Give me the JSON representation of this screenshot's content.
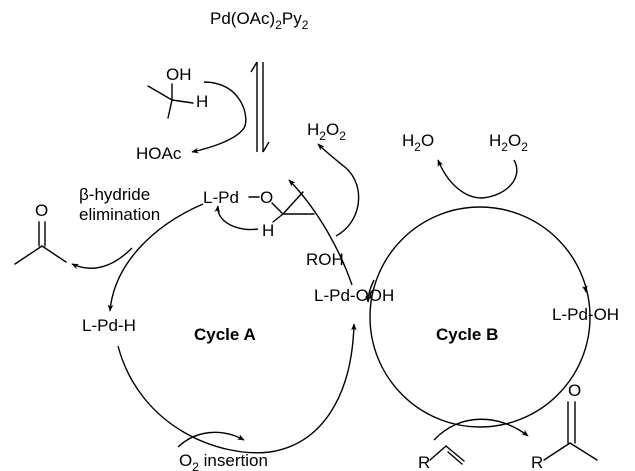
{
  "labels": {
    "precatalyst": [
      "Pd(OAc)",
      "2",
      "Py",
      "2"
    ],
    "alcohol_oh": "OH",
    "alcohol_h": "H",
    "hoac": "HOAc",
    "beta_hydride": [
      "β-hydride",
      "elimination"
    ],
    "pd_alkoxide": [
      "L-Pd",
      "O"
    ],
    "alkoxide_h": "H",
    "pd_hydride": "L-Pd-H",
    "cycle_a": "Cycle A",
    "o2_insertion": [
      "O",
      "2",
      " insertion"
    ],
    "h2o2_top_left": [
      "H",
      "2",
      "O",
      "2"
    ],
    "roh": "ROH",
    "pd_hydroperoxide": "L-Pd-OOH",
    "h2o": [
      "H",
      "2",
      "O"
    ],
    "h2o2_top_right": [
      "H",
      "2",
      "O",
      "2"
    ],
    "cycle_b": "Cycle B",
    "pd_hydroxide": "L-Pd-OH",
    "ketone_o": "O",
    "alkene_r": "R",
    "ketone_r": "R",
    "ketone_o_right": "O"
  }
}
